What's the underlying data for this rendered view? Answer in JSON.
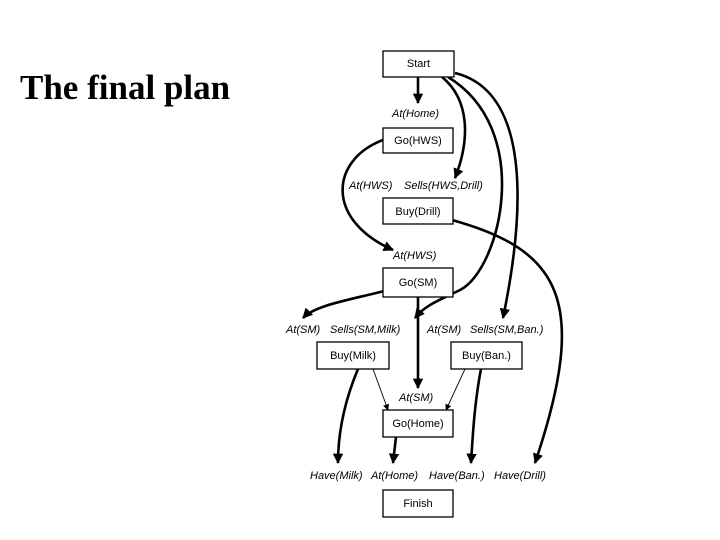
{
  "slide": {
    "title": "The final plan"
  },
  "plan": {
    "actions": {
      "start": "Start",
      "go_hws": "Go(HWS)",
      "buy_drill": "Buy(Drill)",
      "go_sm": "Go(SM)",
      "buy_milk": "Buy(Milk)",
      "buy_ban": "Buy(Ban.)",
      "go_home": "Go(Home)",
      "finish": "Finish"
    },
    "conditions": {
      "at_home_1": "At(Home)",
      "at_hws_1": "At(HWS)",
      "sells_hws_drill": "Sells(HWS,Drill)",
      "at_hws_2": "At(HWS)",
      "at_sm_1": "At(SM)",
      "sells_sm_milk": "Sells(SM,Milk)",
      "at_sm_2": "At(SM)",
      "sells_sm_ban": "Sells(SM,Ban.)",
      "at_sm_3": "At(SM)",
      "have_milk": "Have(Milk)",
      "at_home_2": "At(Home)",
      "have_ban": "Have(Ban.)",
      "have_drill": "Have(Drill)"
    },
    "colors": {
      "line": "#000000",
      "background": "#ffffff"
    }
  }
}
